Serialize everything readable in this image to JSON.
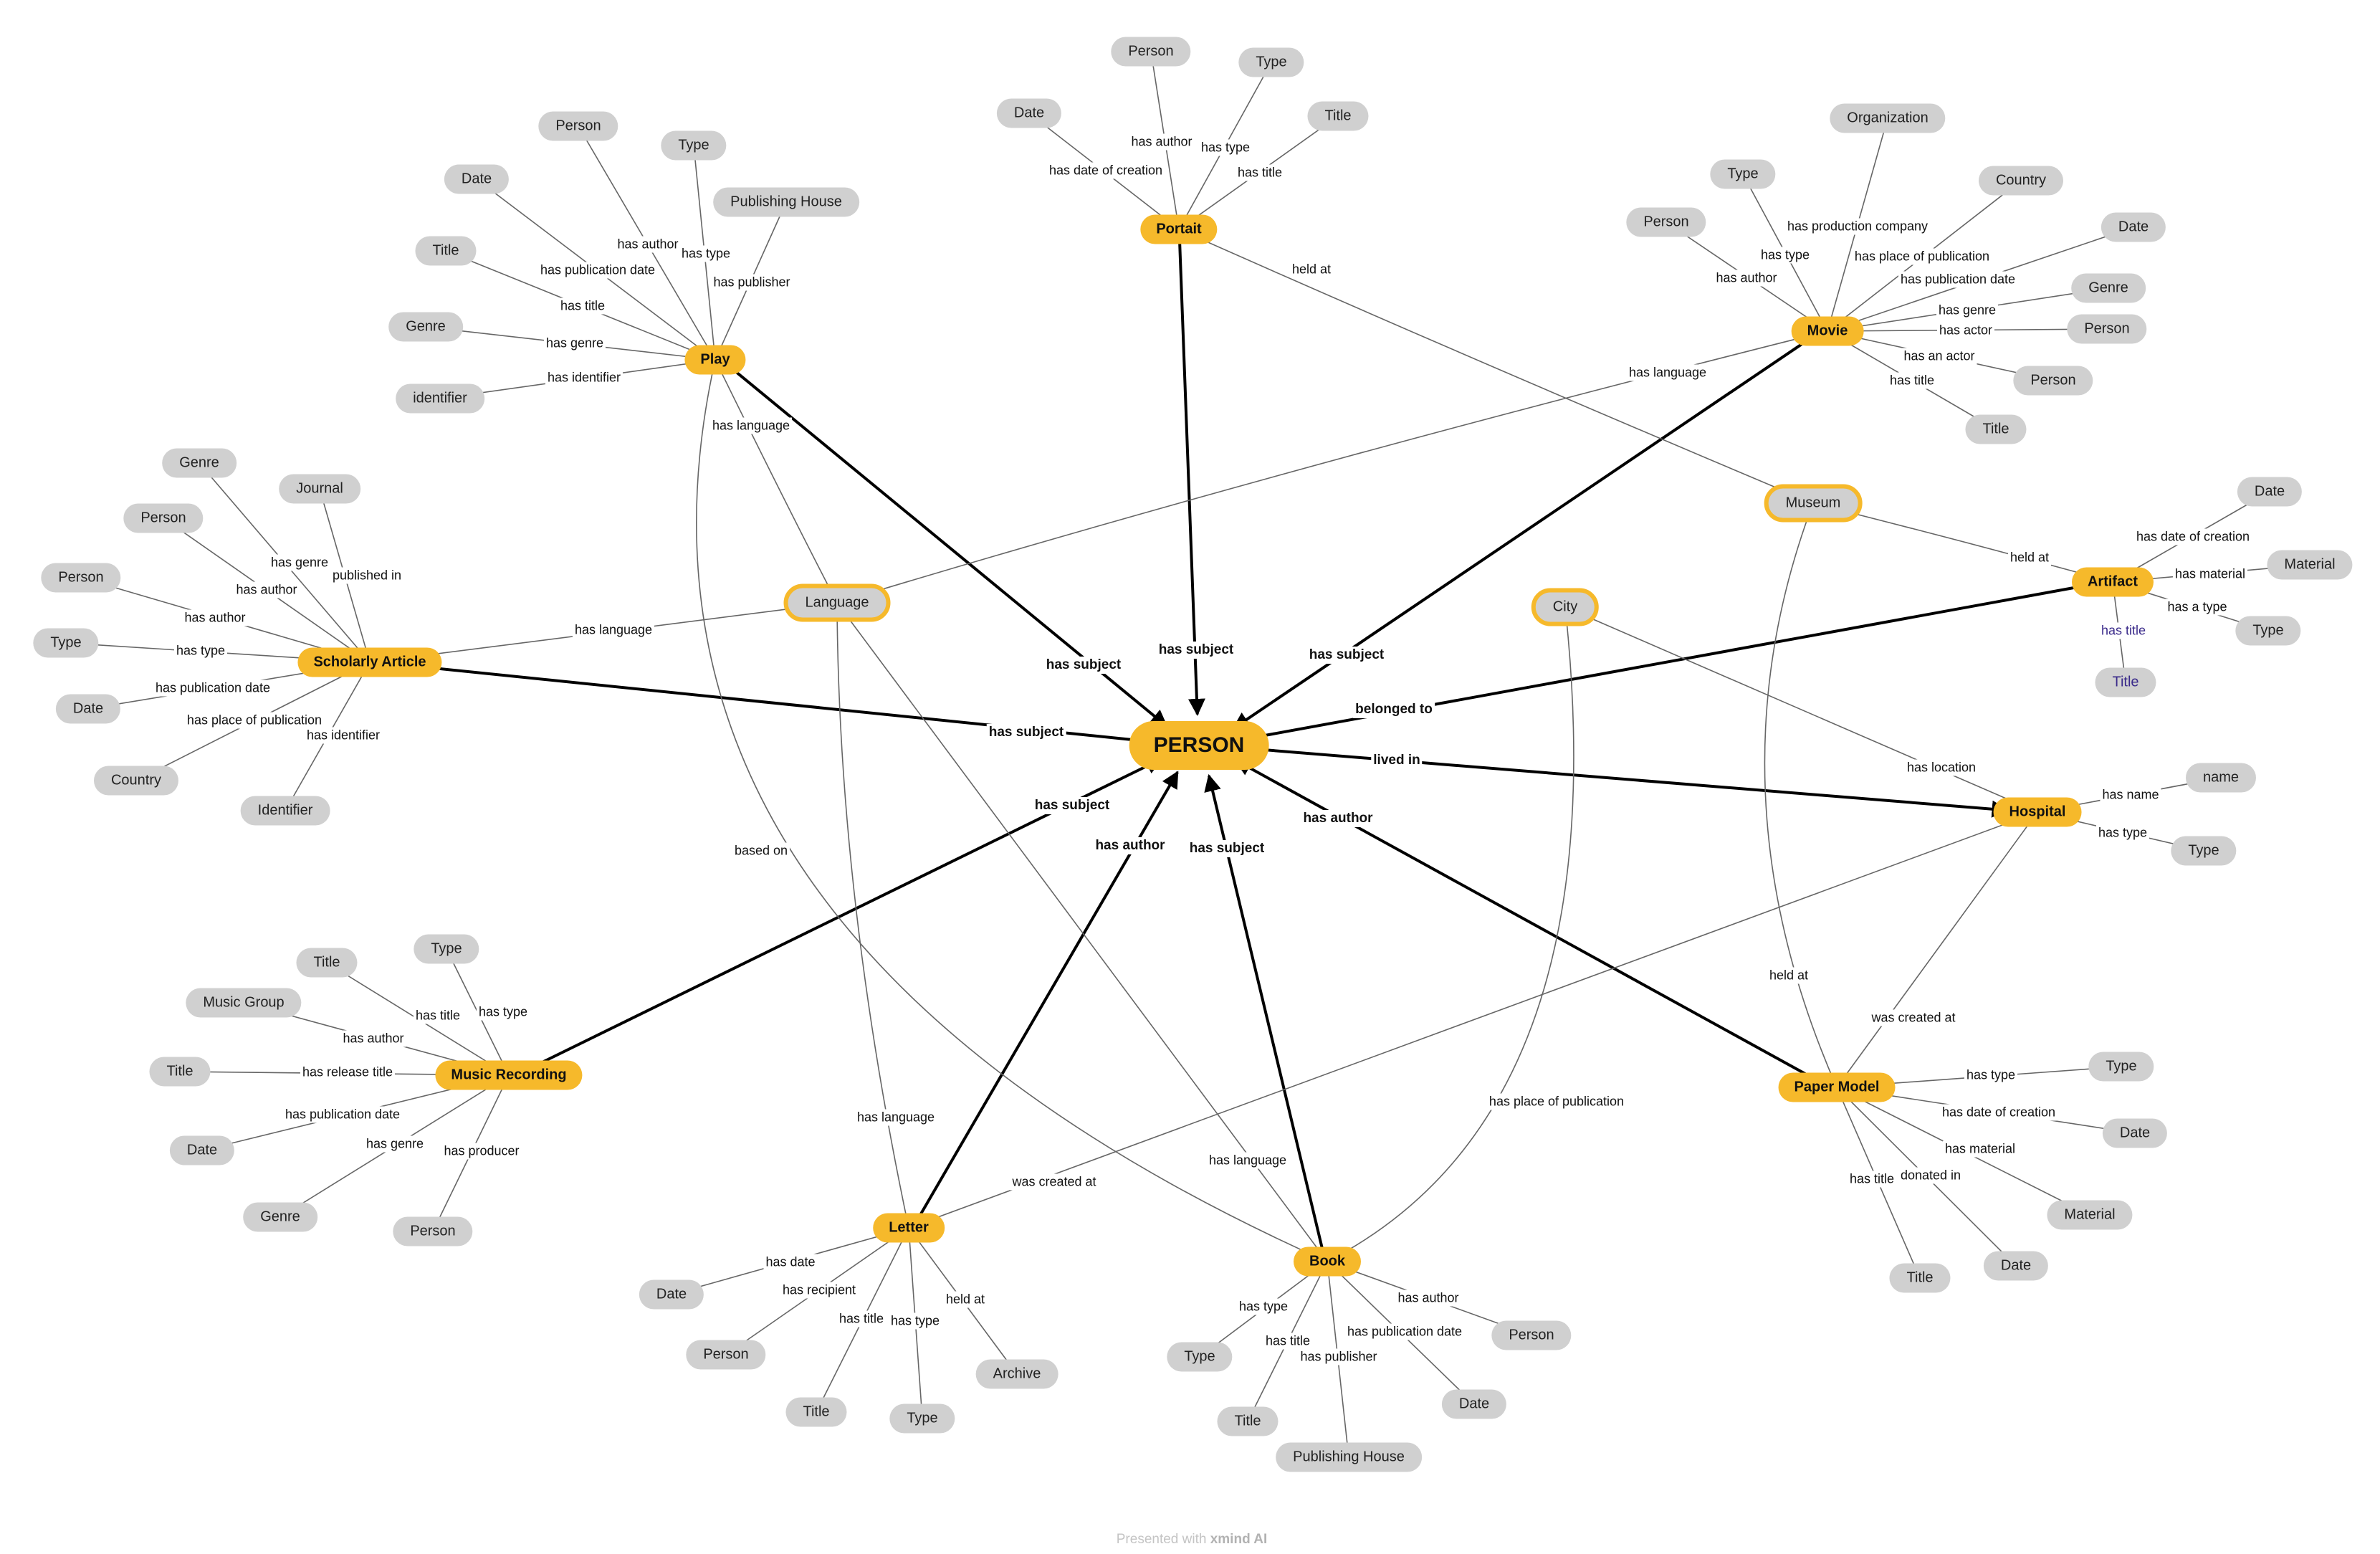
{
  "center": {
    "id": "PERSON",
    "label": "PERSON"
  },
  "hubs": [
    {
      "id": "play",
      "label": "Play"
    },
    {
      "id": "portait",
      "label": "Portait"
    },
    {
      "id": "movie",
      "label": "Movie"
    },
    {
      "id": "scholarly",
      "label": "Scholarly Article"
    },
    {
      "id": "artifact",
      "label": "Artifact"
    },
    {
      "id": "hospital",
      "label": "Hospital"
    },
    {
      "id": "music",
      "label": "Music Recording"
    },
    {
      "id": "letter",
      "label": "Letter"
    },
    {
      "id": "book",
      "label": "Book"
    },
    {
      "id": "papermodel",
      "label": "Paper Model"
    }
  ],
  "shared_nodes": [
    {
      "id": "language",
      "label": "Language"
    },
    {
      "id": "museum",
      "label": "Museum"
    },
    {
      "id": "city",
      "label": "City"
    }
  ],
  "leaves": [
    {
      "id": "play_person",
      "label": "Person"
    },
    {
      "id": "play_type",
      "label": "Type"
    },
    {
      "id": "play_date",
      "label": "Date"
    },
    {
      "id": "play_pub",
      "label": "Publishing House"
    },
    {
      "id": "play_title",
      "label": "Title"
    },
    {
      "id": "play_genre",
      "label": "Genre"
    },
    {
      "id": "play_ident",
      "label": "identifier"
    },
    {
      "id": "por_person",
      "label": "Person"
    },
    {
      "id": "por_type",
      "label": "Type"
    },
    {
      "id": "por_date",
      "label": "Date"
    },
    {
      "id": "por_title",
      "label": "Title"
    },
    {
      "id": "mov_org",
      "label": "Organization"
    },
    {
      "id": "mov_type",
      "label": "Type"
    },
    {
      "id": "mov_country",
      "label": "Country"
    },
    {
      "id": "mov_person",
      "label": "Person"
    },
    {
      "id": "mov_date",
      "label": "Date"
    },
    {
      "id": "mov_genre",
      "label": "Genre"
    },
    {
      "id": "mov_actor",
      "label": "Person"
    },
    {
      "id": "mov_actor2",
      "label": "Person"
    },
    {
      "id": "mov_title",
      "label": "Title"
    },
    {
      "id": "sa_genre",
      "label": "Genre"
    },
    {
      "id": "sa_journal",
      "label": "Journal"
    },
    {
      "id": "sa_person1",
      "label": "Person"
    },
    {
      "id": "sa_person2",
      "label": "Person"
    },
    {
      "id": "sa_type",
      "label": "Type"
    },
    {
      "id": "sa_date",
      "label": "Date"
    },
    {
      "id": "sa_country",
      "label": "Country"
    },
    {
      "id": "sa_ident",
      "label": "Identifier"
    },
    {
      "id": "art_date",
      "label": "Date"
    },
    {
      "id": "art_material",
      "label": "Material"
    },
    {
      "id": "art_type",
      "label": "Type"
    },
    {
      "id": "art_title",
      "label": "Title"
    },
    {
      "id": "hos_name",
      "label": "name"
    },
    {
      "id": "hos_type",
      "label": "Type"
    },
    {
      "id": "mr_title",
      "label": "Title"
    },
    {
      "id": "mr_type",
      "label": "Type"
    },
    {
      "id": "mr_group",
      "label": "Music Group"
    },
    {
      "id": "mr_reltitle",
      "label": "Title"
    },
    {
      "id": "mr_date",
      "label": "Date"
    },
    {
      "id": "mr_genre",
      "label": "Genre"
    },
    {
      "id": "mr_person",
      "label": "Person"
    },
    {
      "id": "let_date",
      "label": "Date"
    },
    {
      "id": "let_person",
      "label": "Person"
    },
    {
      "id": "let_title",
      "label": "Title"
    },
    {
      "id": "let_type",
      "label": "Type"
    },
    {
      "id": "let_archive",
      "label": "Archive"
    },
    {
      "id": "book_type",
      "label": "Type"
    },
    {
      "id": "book_title",
      "label": "Title"
    },
    {
      "id": "book_pub",
      "label": "Publishing House"
    },
    {
      "id": "book_date",
      "label": "Date"
    },
    {
      "id": "book_person",
      "label": "Person"
    },
    {
      "id": "pm_type",
      "label": "Type"
    },
    {
      "id": "pm_date1",
      "label": "Date"
    },
    {
      "id": "pm_material",
      "label": "Material"
    },
    {
      "id": "pm_date2",
      "label": "Date"
    },
    {
      "id": "pm_title",
      "label": "Title"
    }
  ],
  "edges": [
    {
      "from": "play",
      "to": "PERSON",
      "label": "has subject",
      "main": true
    },
    {
      "from": "portait",
      "to": "PERSON",
      "label": "has subject",
      "main": true
    },
    {
      "from": "movie",
      "to": "PERSON",
      "label": "has subject",
      "main": true
    },
    {
      "from": "scholarly",
      "to": "PERSON",
      "label": "has subject",
      "main": true
    },
    {
      "from": "artifact",
      "to": "PERSON",
      "label": "belonged to",
      "main": true
    },
    {
      "from": "PERSON",
      "to": "hospital",
      "label": "lived in",
      "main": true
    },
    {
      "from": "music",
      "to": "PERSON",
      "label": "has subject",
      "main": true
    },
    {
      "from": "letter",
      "to": "PERSON",
      "label": "has author",
      "main": true
    },
    {
      "from": "book",
      "to": "PERSON",
      "label": "has subject",
      "main": true
    },
    {
      "from": "papermodel",
      "to": "PERSON",
      "label": "has author",
      "main": true
    },
    {
      "from": "play",
      "to": "play_person",
      "label": "has author"
    },
    {
      "from": "play",
      "to": "play_type",
      "label": "has type"
    },
    {
      "from": "play",
      "to": "play_date",
      "label": "has publication date"
    },
    {
      "from": "play",
      "to": "play_pub",
      "label": "has publisher"
    },
    {
      "from": "play",
      "to": "play_title",
      "label": "has title"
    },
    {
      "from": "play",
      "to": "play_genre",
      "label": "has genre"
    },
    {
      "from": "play",
      "to": "play_ident",
      "label": "has identifier"
    },
    {
      "from": "play",
      "to": "language",
      "label": "has language"
    },
    {
      "from": "play",
      "to": "book",
      "label": "based on"
    },
    {
      "from": "portait",
      "to": "por_person",
      "label": "has author"
    },
    {
      "from": "portait",
      "to": "por_type",
      "label": "has type"
    },
    {
      "from": "portait",
      "to": "por_date",
      "label": "has date of creation"
    },
    {
      "from": "portait",
      "to": "por_title",
      "label": "has title"
    },
    {
      "from": "portait",
      "to": "museum",
      "label": "held at"
    },
    {
      "from": "movie",
      "to": "mov_org",
      "label": "has production company"
    },
    {
      "from": "movie",
      "to": "mov_type",
      "label": "has type"
    },
    {
      "from": "movie",
      "to": "mov_country",
      "label": "has place of publication"
    },
    {
      "from": "movie",
      "to": "mov_person",
      "label": "has author"
    },
    {
      "from": "movie",
      "to": "mov_date",
      "label": "has publication date"
    },
    {
      "from": "movie",
      "to": "mov_genre",
      "label": "has genre"
    },
    {
      "from": "movie",
      "to": "mov_actor",
      "label": "has actor"
    },
    {
      "from": "movie",
      "to": "mov_actor2",
      "label": "has an actor"
    },
    {
      "from": "movie",
      "to": "mov_title",
      "label": "has title"
    },
    {
      "from": "movie",
      "to": "language",
      "label": "has language"
    },
    {
      "from": "scholarly",
      "to": "sa_genre",
      "label": "has genre"
    },
    {
      "from": "scholarly",
      "to": "sa_journal",
      "label": "published in"
    },
    {
      "from": "scholarly",
      "to": "sa_person1",
      "label": "has author"
    },
    {
      "from": "scholarly",
      "to": "sa_person2",
      "label": "has author"
    },
    {
      "from": "scholarly",
      "to": "sa_type",
      "label": "has type"
    },
    {
      "from": "scholarly",
      "to": "sa_date",
      "label": "has publication date"
    },
    {
      "from": "scholarly",
      "to": "sa_country",
      "label": "has place of publication"
    },
    {
      "from": "scholarly",
      "to": "sa_ident",
      "label": "has identifier"
    },
    {
      "from": "scholarly",
      "to": "language",
      "label": "has language"
    },
    {
      "from": "artifact",
      "to": "art_date",
      "label": "has date of creation"
    },
    {
      "from": "artifact",
      "to": "art_material",
      "label": "has material"
    },
    {
      "from": "artifact",
      "to": "art_type",
      "label": "has a type"
    },
    {
      "from": "artifact",
      "to": "art_title",
      "label": "has title",
      "purple": true
    },
    {
      "from": "artifact",
      "to": "museum",
      "label": "held at"
    },
    {
      "from": "hospital",
      "to": "hos_name",
      "label": "has name"
    },
    {
      "from": "hospital",
      "to": "hos_type",
      "label": "has type"
    },
    {
      "from": "hospital",
      "to": "city",
      "label": "has location"
    },
    {
      "from": "music",
      "to": "mr_title",
      "label": "has title"
    },
    {
      "from": "music",
      "to": "mr_type",
      "label": "has type"
    },
    {
      "from": "music",
      "to": "mr_group",
      "label": "has author"
    },
    {
      "from": "music",
      "to": "mr_reltitle",
      "label": "has release title"
    },
    {
      "from": "music",
      "to": "mr_date",
      "label": "has publication date"
    },
    {
      "from": "music",
      "to": "mr_genre",
      "label": "has genre"
    },
    {
      "from": "music",
      "to": "mr_person",
      "label": "has producer"
    },
    {
      "from": "letter",
      "to": "let_date",
      "label": "has date"
    },
    {
      "from": "letter",
      "to": "let_person",
      "label": "has recipient"
    },
    {
      "from": "letter",
      "to": "let_title",
      "label": "has title"
    },
    {
      "from": "letter",
      "to": "let_type",
      "label": "has type"
    },
    {
      "from": "letter",
      "to": "let_archive",
      "label": "held at"
    },
    {
      "from": "letter",
      "to": "language",
      "label": "has language"
    },
    {
      "from": "letter",
      "to": "hospital",
      "label": "was created at"
    },
    {
      "from": "book",
      "to": "book_type",
      "label": "has type"
    },
    {
      "from": "book",
      "to": "book_title",
      "label": "has title"
    },
    {
      "from": "book",
      "to": "book_pub",
      "label": "has publisher"
    },
    {
      "from": "book",
      "to": "book_date",
      "label": "has publication date"
    },
    {
      "from": "book",
      "to": "book_person",
      "label": "has author"
    },
    {
      "from": "book",
      "to": "language",
      "label": "has language"
    },
    {
      "from": "book",
      "to": "city",
      "label": "has place of publication"
    },
    {
      "from": "papermodel",
      "to": "pm_type",
      "label": "has type"
    },
    {
      "from": "papermodel",
      "to": "pm_date1",
      "label": "has date of creation"
    },
    {
      "from": "papermodel",
      "to": "pm_material",
      "label": "has material"
    },
    {
      "from": "papermodel",
      "to": "pm_date2",
      "label": "donated in"
    },
    {
      "from": "papermodel",
      "to": "pm_title",
      "label": "has title"
    },
    {
      "from": "papermodel",
      "to": "museum",
      "label": "held at"
    },
    {
      "from": "papermodel",
      "to": "hospital",
      "label": "was created at"
    }
  ],
  "footer": {
    "prefix": "Presented with",
    "brand": "xmind AI"
  },
  "colors": {
    "hub": "#f6b92b",
    "leaf": "#d0d0d0",
    "line": "#666666",
    "main_line": "#000000",
    "highlight_text": "#3a2a8a"
  }
}
